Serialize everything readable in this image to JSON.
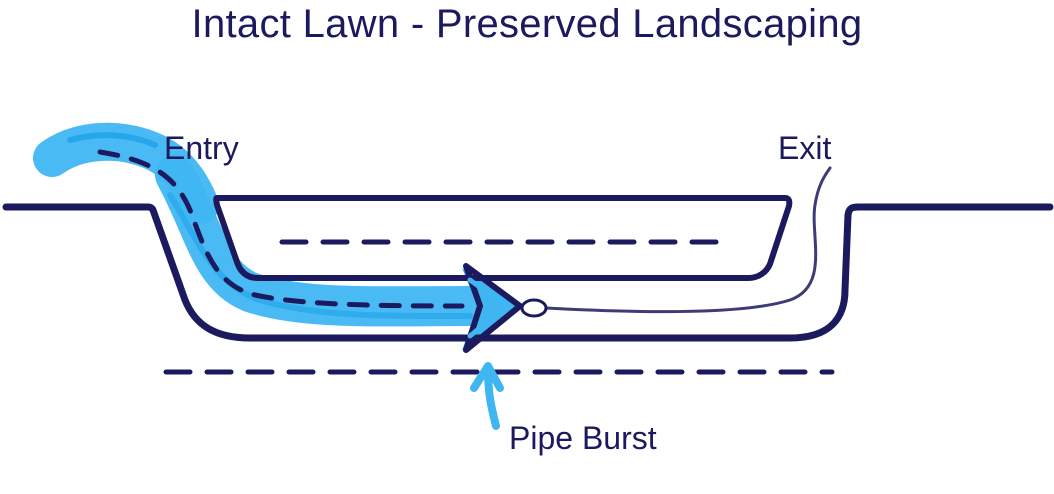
{
  "title": "Intact Lawn - Preserved Landscaping",
  "labels": {
    "entry": "Entry",
    "exit": "Exit",
    "burst": "Pipe Burst"
  },
  "colors": {
    "outline": "#1c1a5e",
    "water": "#3fb6f2",
    "water_dark": "#1ea3ea",
    "background": "#ffffff"
  }
}
